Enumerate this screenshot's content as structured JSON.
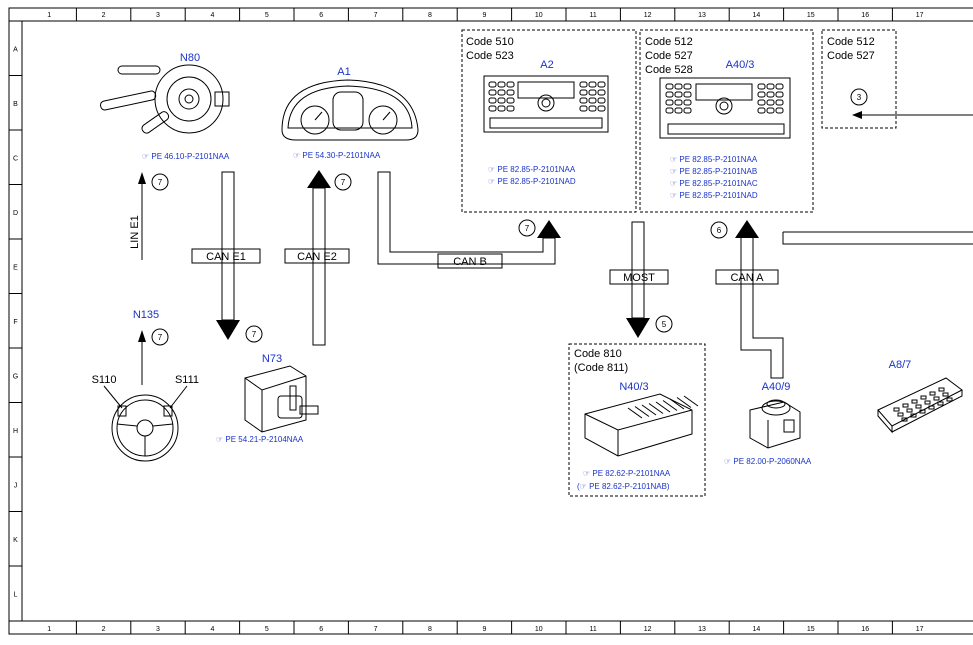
{
  "ruler": {
    "columns": [
      "1",
      "2",
      "3",
      "4",
      "5",
      "6",
      "7",
      "8",
      "9",
      "10",
      "11",
      "12",
      "13",
      "14",
      "15",
      "16",
      "17"
    ],
    "rows": [
      "A",
      "B",
      "C",
      "D",
      "E",
      "F",
      "G",
      "H",
      "J",
      "K",
      "L"
    ]
  },
  "components": {
    "n80": {
      "label": "N80",
      "ref": "PE 46.10-P-2101NAA"
    },
    "a1": {
      "label": "A1",
      "ref": "PE 54.30-P-2101NAA"
    },
    "a2": {
      "label": "A2",
      "codes": [
        "Code 510",
        "Code 523"
      ],
      "refs": [
        "PE 82.85-P-2101NAA",
        "PE 82.85-P-2101NAD"
      ]
    },
    "a40_3": {
      "label": "A40/3",
      "codes": [
        "Code 512",
        "Code 527",
        "Code 528"
      ],
      "refs": [
        "PE 82.85-P-2101NAA",
        "PE 82.85-P-2101NAB",
        "PE 82.85-P-2101NAC",
        "PE 82.85-P-2101NAD"
      ]
    },
    "code_box_right": {
      "codes": [
        "Code 512",
        "Code 527"
      ]
    },
    "n135": {
      "label": "N135"
    },
    "s110": {
      "label": "S110"
    },
    "s111": {
      "label": "S111"
    },
    "n73": {
      "label": "N73",
      "ref": "PE 54.21-P-2104NAA"
    },
    "n40_3": {
      "label": "N40/3",
      "codes": [
        "Code 810",
        "(Code 811)"
      ],
      "refs": [
        "PE 82.62-P-2101NAA",
        "PE 82.62-P-2101NAB)"
      ]
    },
    "a40_9": {
      "label": "A40/9",
      "ref": "PE 82.00-P-2060NAA"
    },
    "a8_7": {
      "label": "A8/7"
    }
  },
  "buses": {
    "lin_e1": "LIN E1",
    "can_e1": "CAN E1",
    "can_e2": "CAN E2",
    "can_b": "CAN B",
    "most": "MOST",
    "can_a": "CAN A"
  },
  "callouts": {
    "n80": "7",
    "a1": "7",
    "a2": "7",
    "n135": "7",
    "n73": "7",
    "most": "5",
    "can_a": "6",
    "right_box": "3"
  },
  "ref_glyph": "☞",
  "open_paren": "(",
  "colors": {
    "label_blue": "#1a33c9",
    "line": "#000000"
  }
}
